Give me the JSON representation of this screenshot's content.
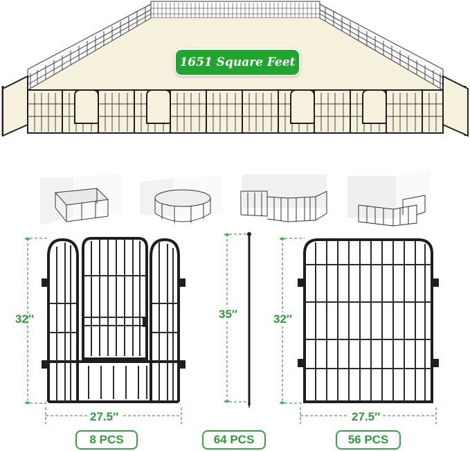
{
  "hero": {
    "area_label": "1651 Square Feet"
  },
  "configurations": [
    {
      "icon": "square-pen-icon"
    },
    {
      "icon": "octagon-pen-icon"
    },
    {
      "icon": "corner-fence-icon"
    },
    {
      "icon": "l-shape-pen-icon"
    }
  ],
  "products": {
    "door_panel": {
      "height": "32″",
      "width": "27.5″",
      "count": "8 PCS"
    },
    "stake": {
      "height": "35″",
      "count": "64 PCS"
    },
    "plain_panel": {
      "height": "32″",
      "width": "27.5″",
      "count": "56 PCS"
    }
  },
  "colors": {
    "accent_green": "#22a52f",
    "dimension_green": "#2e9a3a",
    "fence_black": "#222222",
    "floor_cream": "#f6f1dc"
  }
}
